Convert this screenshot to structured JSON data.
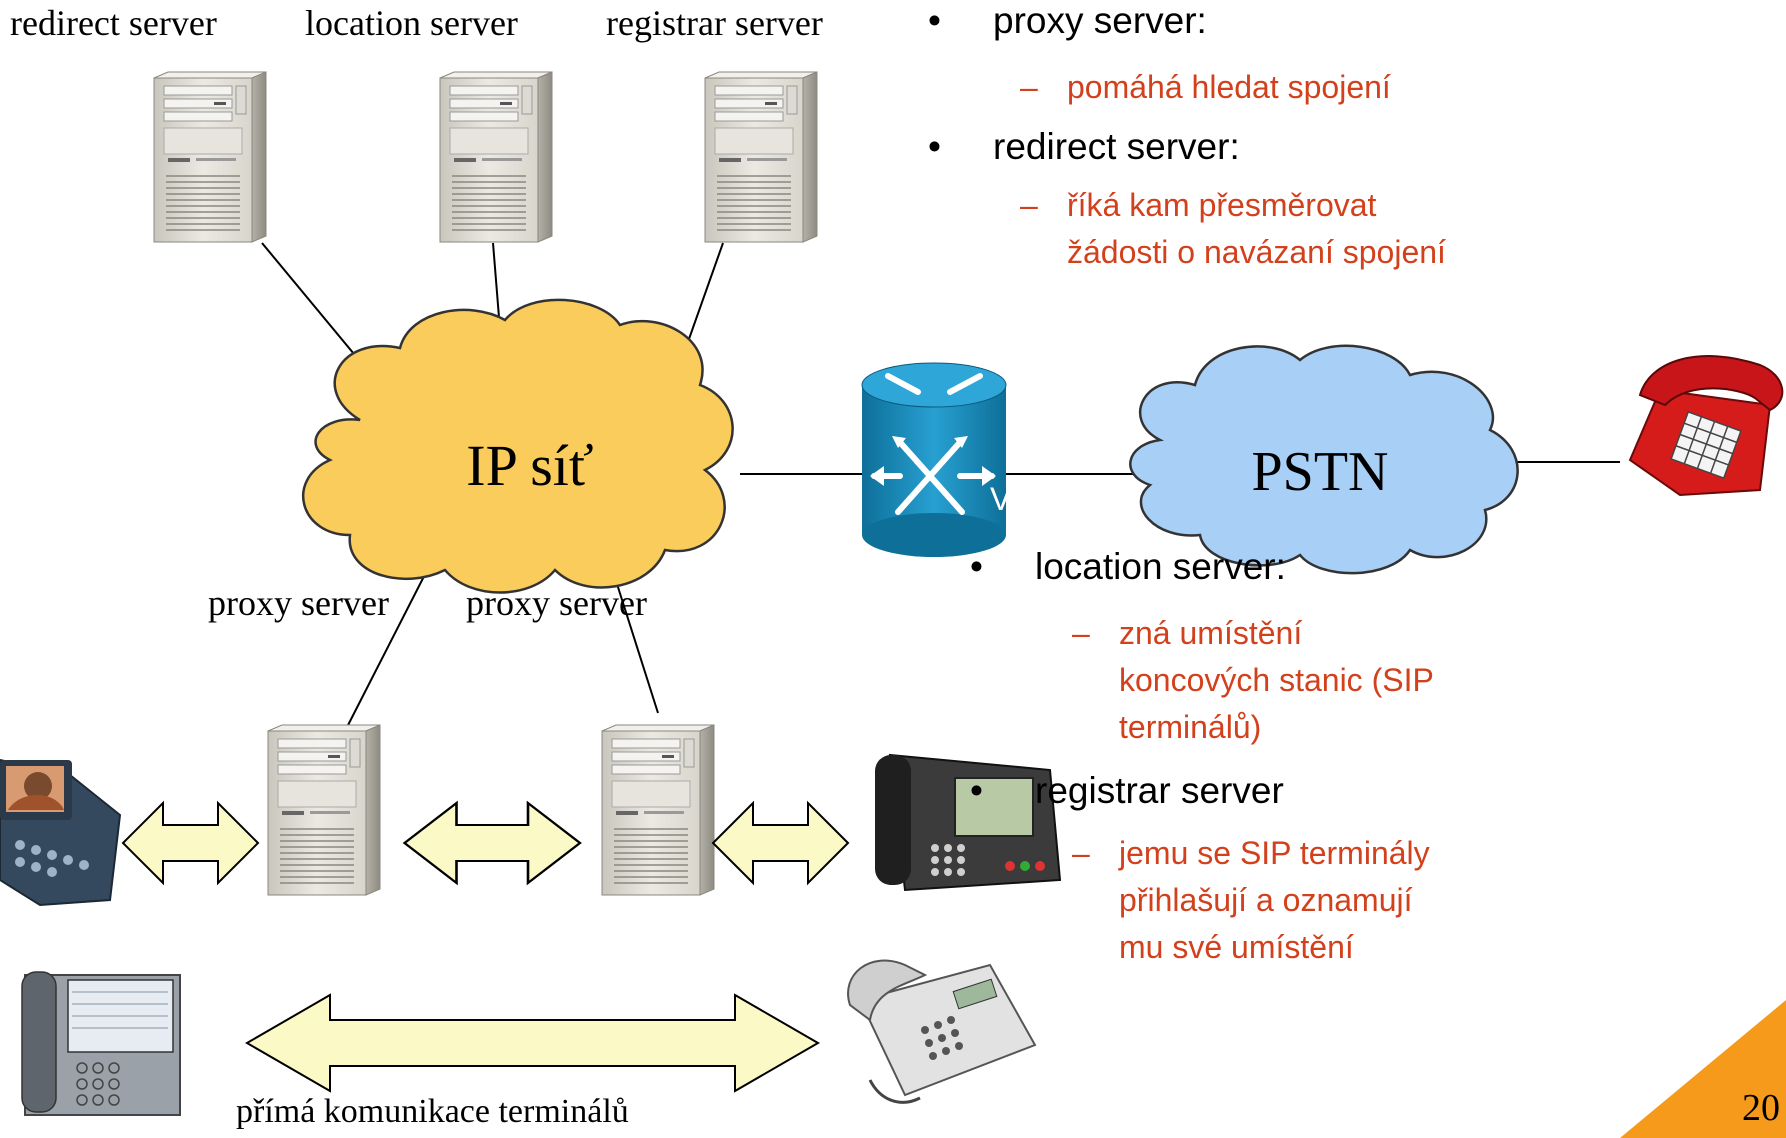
{
  "labels": {
    "redirect": "redirect server",
    "location": "location server",
    "registrar": "registrar server",
    "proxy_left": "proxy server",
    "proxy_right": "proxy server",
    "direct": "přímá komunikace terminálů",
    "ip_cloud": "IP síť",
    "pstn_cloud": "PSTN",
    "gateway_v": "V"
  },
  "bullets_top": [
    {
      "title": "proxy server:",
      "desc": [
        "pomáhá hledat spojení"
      ]
    },
    {
      "title": "redirect server:",
      "desc": [
        "říká kam přesměrovat",
        "žádosti o navázaní spojení"
      ]
    }
  ],
  "bullets_bottom": [
    {
      "title": "location server:",
      "desc": [
        "zná umístění",
        "koncových stanic (SIP",
        "terminálů)"
      ]
    },
    {
      "title": "registrar server",
      "desc": [
        "jemu se SIP terminály",
        "přihlašují a oznamují",
        "mu své umístění"
      ]
    }
  ],
  "page_number": "20",
  "symbols": {
    "bullet": "•",
    "dash": "–"
  },
  "colors": {
    "ip_cloud": "#f9cc5c",
    "pstn_cloud": "#a8cff5",
    "gateway": "#1a8fc1",
    "arrow_fill": "#fbf9c6",
    "accent_text": "#d3401c",
    "corner": "#f59a1b"
  }
}
